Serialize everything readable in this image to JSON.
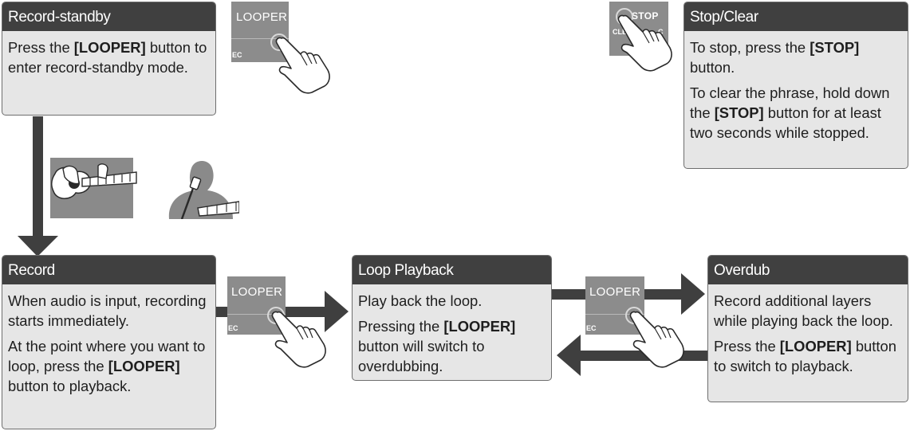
{
  "boxes": {
    "record_standby": {
      "title": "Record-standby",
      "p1_pre": "Press the ",
      "p1_bold": "[LOOPER]",
      "p1_post": " button to enter record-standby mode."
    },
    "stop_clear": {
      "title": "Stop/Clear",
      "p1_pre": "To stop, press the ",
      "p1_bold": "[STOP]",
      "p1_post": " button.",
      "p2_pre": "To clear the phrase, hold down the ",
      "p2_bold": "[STOP]",
      "p2_post": " button for at least two seconds while stopped."
    },
    "record": {
      "title": "Record",
      "p1": "When audio is input, recording starts immediately.",
      "p2_pre": "At the point where you want to loop, press the ",
      "p2_bold": "[LOOPER]",
      "p2_post": " button to playback."
    },
    "loop_playback": {
      "title": "Loop Playback",
      "p1": "Play back the loop.",
      "p2_pre": "Pressing the ",
      "p2_bold": "[LOOPER]",
      "p2_post": " button will switch to overdubbing."
    },
    "overdub": {
      "title": "Overdub",
      "p1": "Record additional layers while playing back the loop.",
      "p2_pre": "Press the ",
      "p2_bold": "[LOOPER]",
      "p2_post": " button to switch to playback."
    }
  },
  "panels": {
    "looper_label": "LOOPER",
    "stop_label": "STOP",
    "rec_fragment": "EC",
    "clear_fragment": "CLEA",
    "c_fragment": "C"
  },
  "colors": {
    "header_bg": "#404040",
    "box_bg": "#e6e6e6",
    "arrow": "#3f3f3f",
    "panel": "#8c8c8c"
  },
  "icons": [
    "finger-press-icon",
    "guitar-player-icon",
    "singer-with-microphone-icon"
  ]
}
